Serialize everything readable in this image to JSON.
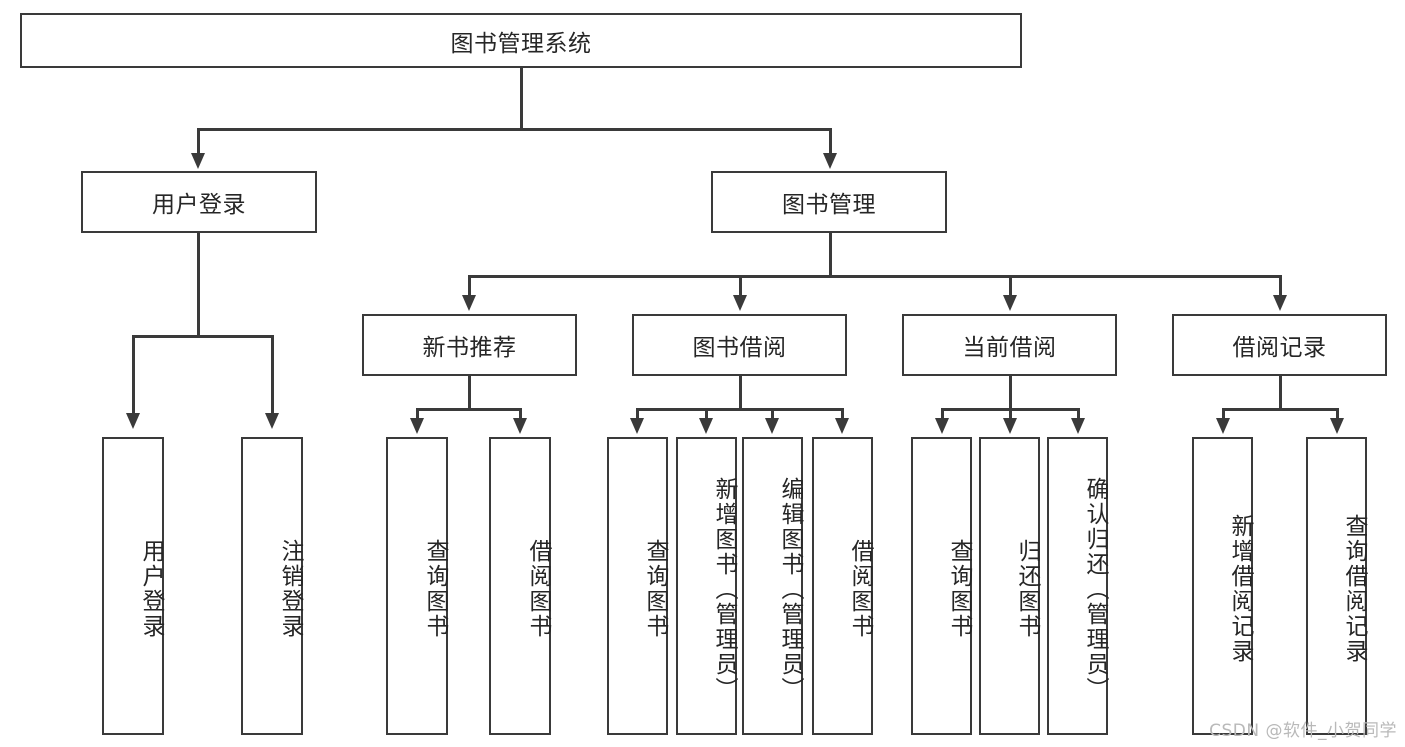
{
  "diagram": {
    "title": "图书管理系统",
    "root": {
      "label": "图书管理系统"
    },
    "level2": [
      {
        "label": "用户登录"
      },
      {
        "label": "图书管理"
      }
    ],
    "level3": [
      {
        "label": "新书推荐"
      },
      {
        "label": "图书借阅"
      },
      {
        "label": "当前借阅"
      },
      {
        "label": "借阅记录"
      }
    ],
    "leaves": {
      "user_login": [
        {
          "label": "用户登录"
        },
        {
          "label": "注销登录"
        }
      ],
      "new_book": [
        {
          "label": "查询图书"
        },
        {
          "label": "借阅图书"
        }
      ],
      "book_borrow": [
        {
          "label": "查询图书"
        },
        {
          "label": "新增图书（管理员）"
        },
        {
          "label": "编辑图书（管理员）"
        },
        {
          "label": "借阅图书"
        }
      ],
      "current_borrow": [
        {
          "label": "查询图书"
        },
        {
          "label": "归还图书"
        },
        {
          "label": "确认归还（管理员）"
        }
      ],
      "borrow_record": [
        {
          "label": "新增借阅记录"
        },
        {
          "label": "查询借阅记录"
        }
      ]
    }
  },
  "watermark": "CSDN @软件_小贺同学",
  "colors": {
    "stroke": "#3a3a3a",
    "text": "#262626",
    "background": "#ffffff",
    "watermark": "#b9b9b9"
  }
}
